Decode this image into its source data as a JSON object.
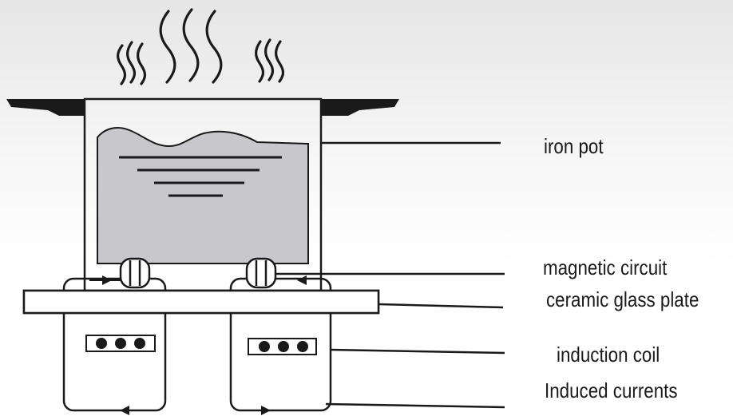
{
  "labels": {
    "iron_pot": "iron pot",
    "magnetic_circuit": "magnetic circuit",
    "ceramic_glass_plate": "ceramic glass plate",
    "induction_coil": "induction coil",
    "induced_currents": "Induced currents"
  },
  "colors": {
    "stroke": "#1a1a1a",
    "contents_fill": "#c8c8cc",
    "plate_fill": "#ffffff"
  }
}
